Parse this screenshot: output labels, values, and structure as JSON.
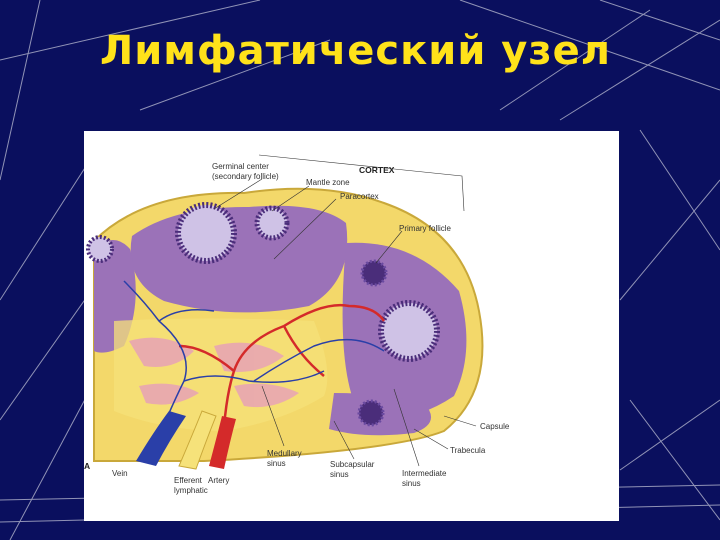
{
  "slide": {
    "title": "Лимфатический узел",
    "background_color": "#0a0f5e",
    "title_color": "#ffe21a"
  },
  "figure": {
    "labels": {
      "germinal_center_line1": "Germinal center",
      "germinal_center_line2": "(secondary follicle)",
      "mantle_zone": "Mantle zone",
      "cortex": "CORTEX",
      "paracortex": "Paracortex",
      "primary_follicle": "Primary follicle",
      "capsule": "Capsule",
      "trabecula": "Trabecula",
      "medullary_sinus_line1": "Medullary",
      "medullary_sinus_line2": "sinus",
      "subcapsular_sinus_line1": "Subcapsular",
      "subcapsular_sinus_line2": "sinus",
      "intermediate_sinus_line1": "Intermediate",
      "intermediate_sinus_line2": "sinus",
      "vein": "Vein",
      "efferent_lymphatic_line1": "Efferent",
      "efferent_lymphatic_line2": "lymphatic",
      "artery": "Artery",
      "edge_fragment": "A"
    },
    "colors": {
      "cortex_purple": "#9b72b8",
      "sinus_yellow": "#f6e27a",
      "artery_red": "#d42a2a",
      "vein_blue": "#2a3fa8",
      "follicle_purple": "#4a2d7a"
    }
  }
}
